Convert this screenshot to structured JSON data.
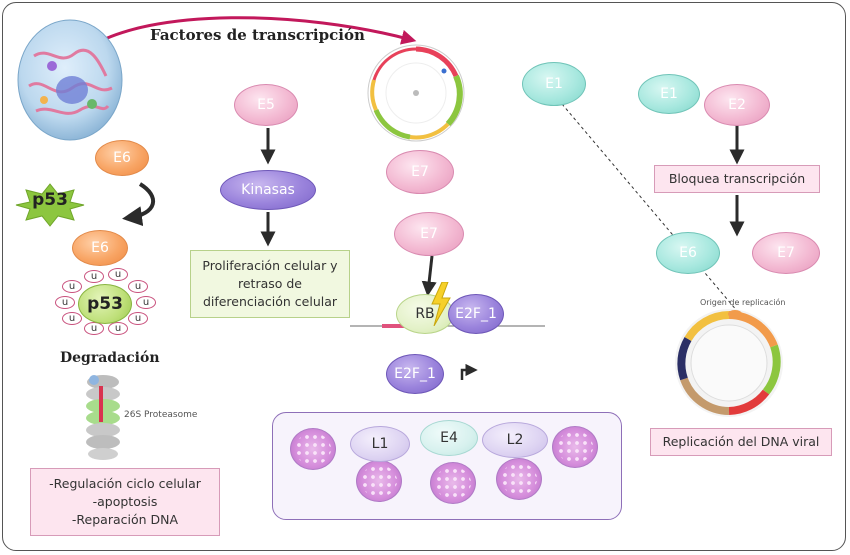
{
  "title": "Factores de transcripción",
  "nodes": {
    "e6_top": "E6",
    "p53_star": "p53",
    "e6_mid": "E6",
    "p53_core": "p53",
    "ubiquitin": "u",
    "degradation_label": "Degradación",
    "proteasome_label": "26S Proteasome",
    "degradation_effects": [
      "-Regulación ciclo celular",
      "-apoptosis",
      "-Reparación DNA"
    ],
    "e5": "E5",
    "kinases": "Kinasas",
    "proliferation": [
      "Proliferación celular y",
      "retraso de",
      "diferenciación celular"
    ],
    "e7_top": "E7",
    "e7_mid": "E7",
    "rb": "RB",
    "e2f_bound": "E2F_1",
    "e2f_free": "E2F_1",
    "capsid_l1": "L1",
    "capsid_e4": "E4",
    "capsid_l2": "L2",
    "e1_left": "E1",
    "e1_right": "E1",
    "e2": "E2",
    "blocks_transcription": "Bloquea transcripción",
    "e6_right": "E6",
    "e7_right": "E7",
    "origin_label": "Origen de replicación",
    "replication": "Replicación del DNA viral"
  },
  "colors": {
    "pink": "#f3b9d2",
    "orange": "#f8a565",
    "purple": "#9a83dc",
    "teal": "#a8e8df",
    "star_green": "#8cc63f",
    "arrow": "#2b2b2b",
    "curve_arrow": "#c2185b"
  },
  "icons": [
    "cell-icon",
    "genome-map-icon",
    "proteasome-icon",
    "lightning-icon",
    "promoter-arrow-icon",
    "circular-genome-icon"
  ]
}
